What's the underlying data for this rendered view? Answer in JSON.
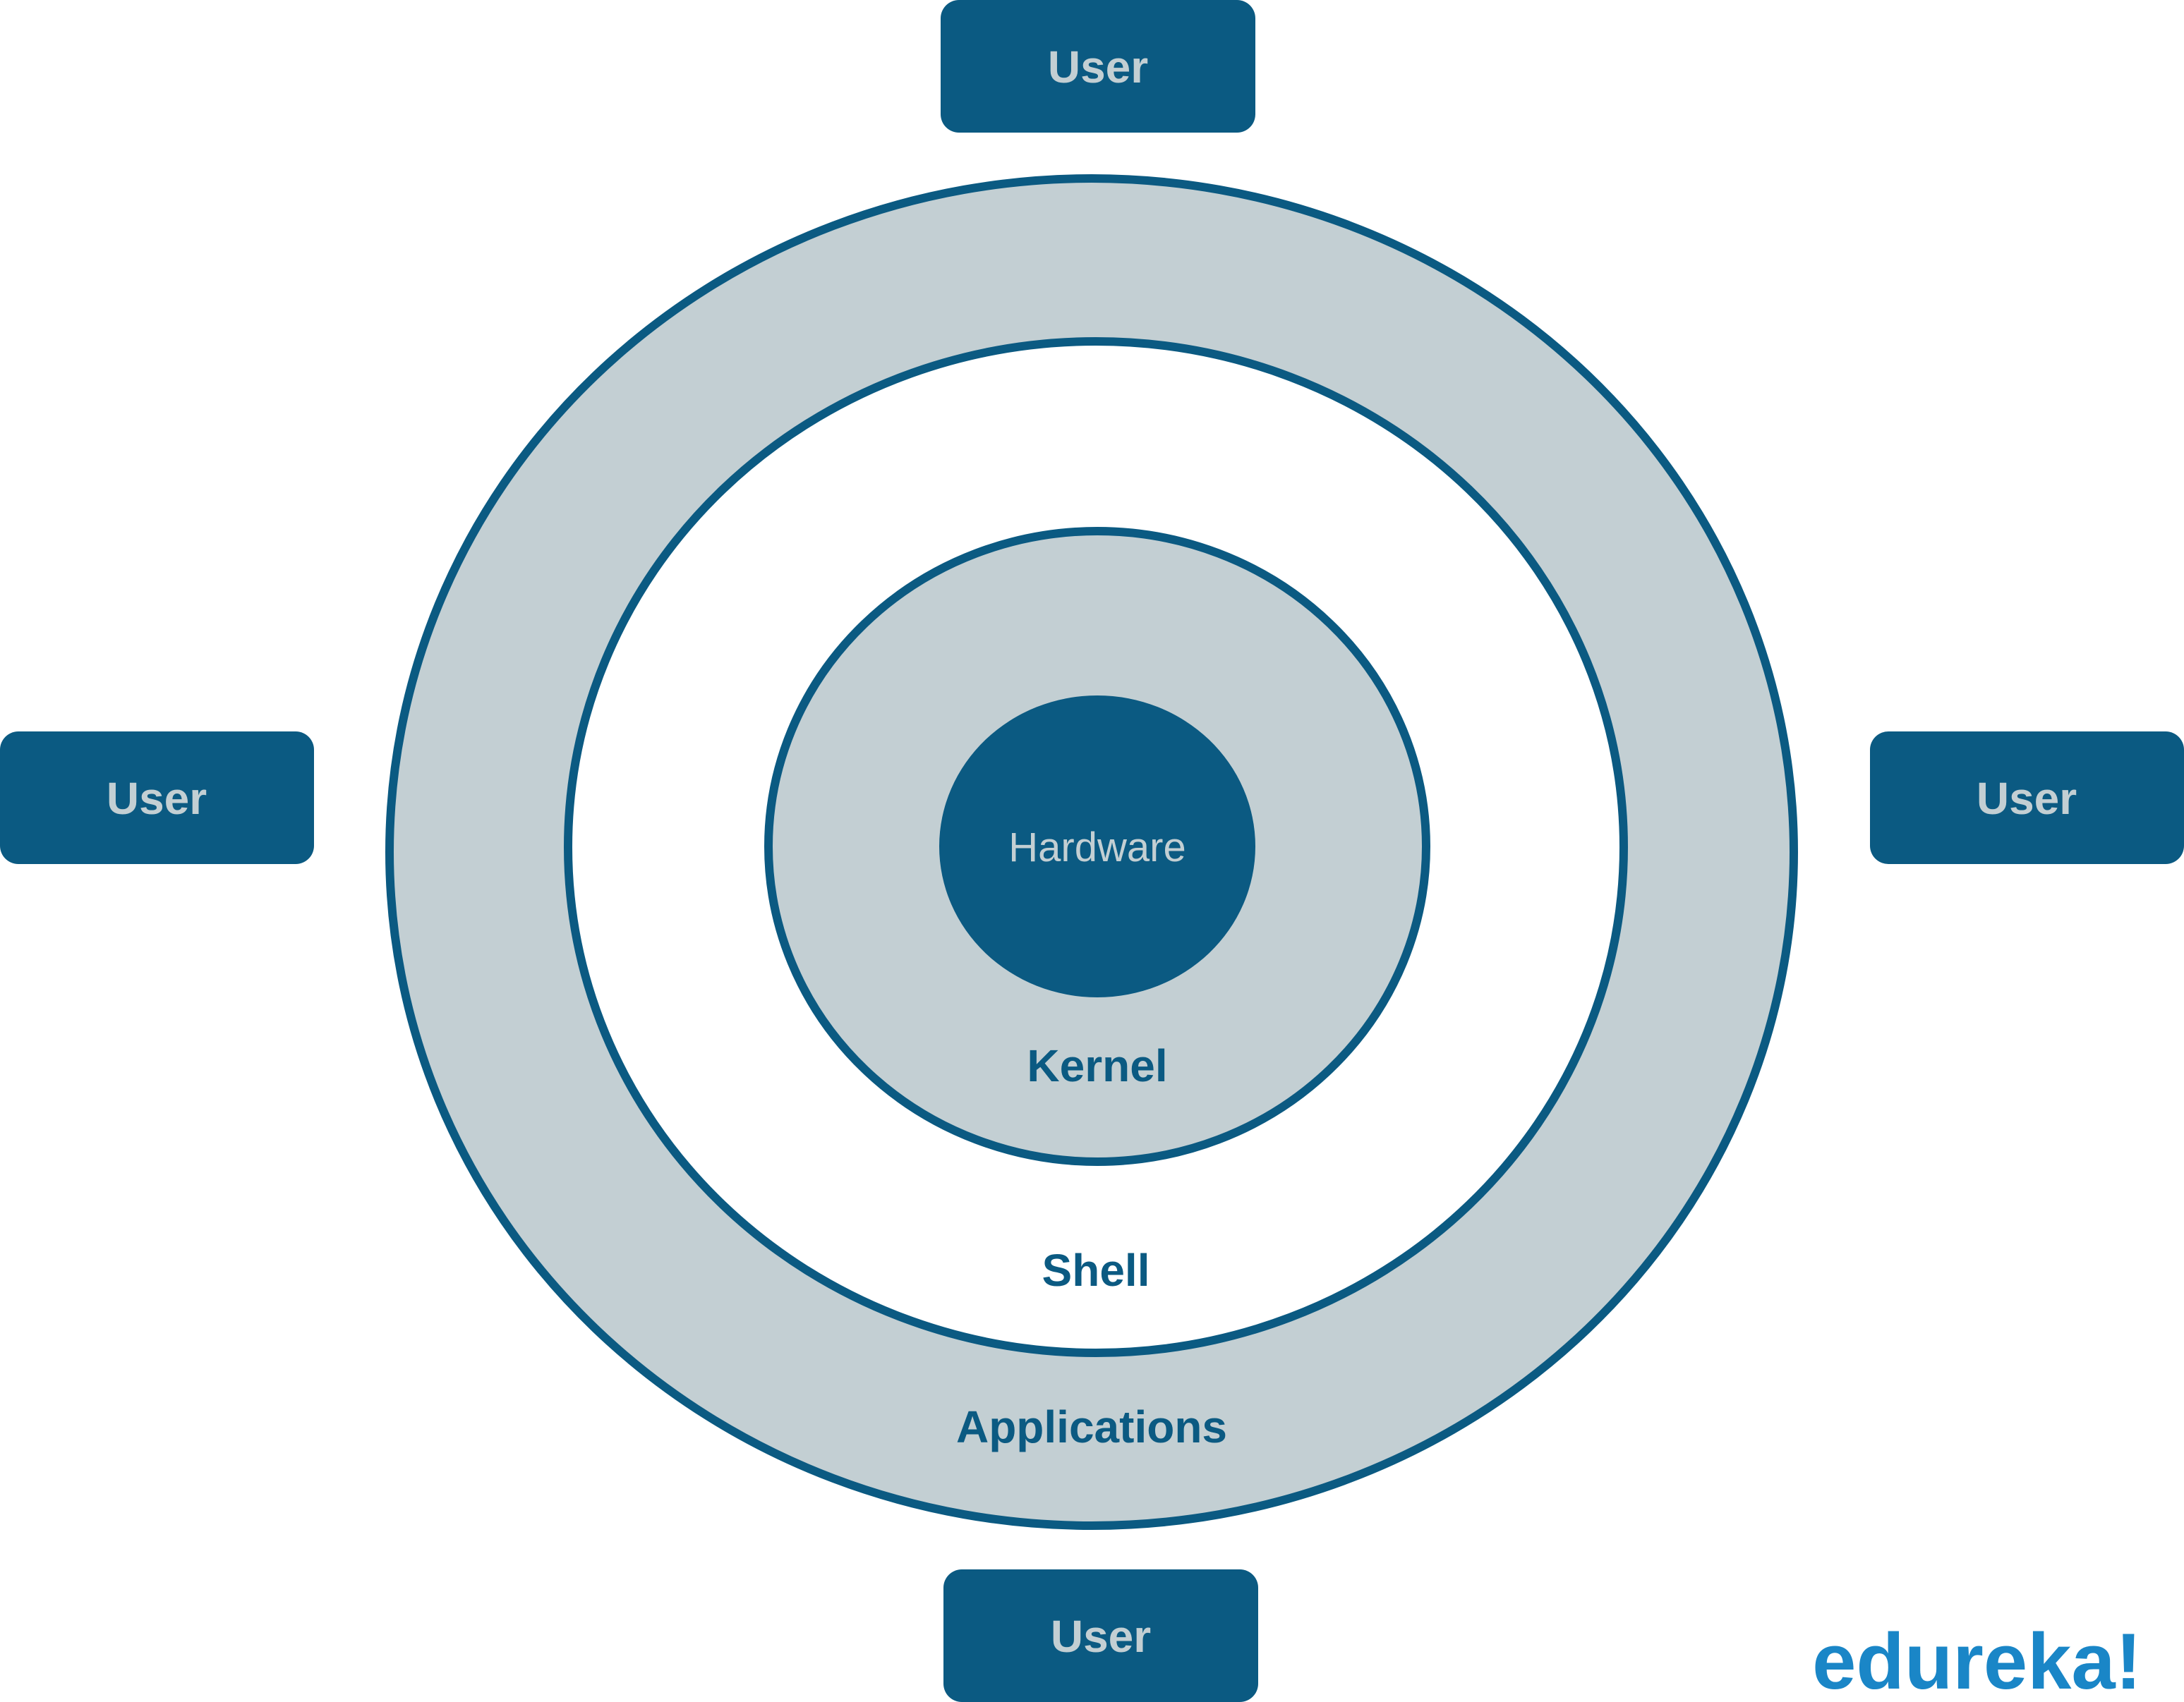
{
  "diagram": {
    "layers": {
      "applications": "Applications",
      "shell": "Shell",
      "kernel": "Kernel",
      "hardware": "Hardware"
    },
    "users": {
      "top": "User",
      "left": "User",
      "right": "User",
      "bottom": "User"
    }
  },
  "logo": {
    "text": "edureka!"
  },
  "colors": {
    "primary": "#0b5a82",
    "ring_fill": "#c3cfd3",
    "background": "#ffffff",
    "user_text": "#c3cfd3",
    "logo": "#1a86c7"
  }
}
